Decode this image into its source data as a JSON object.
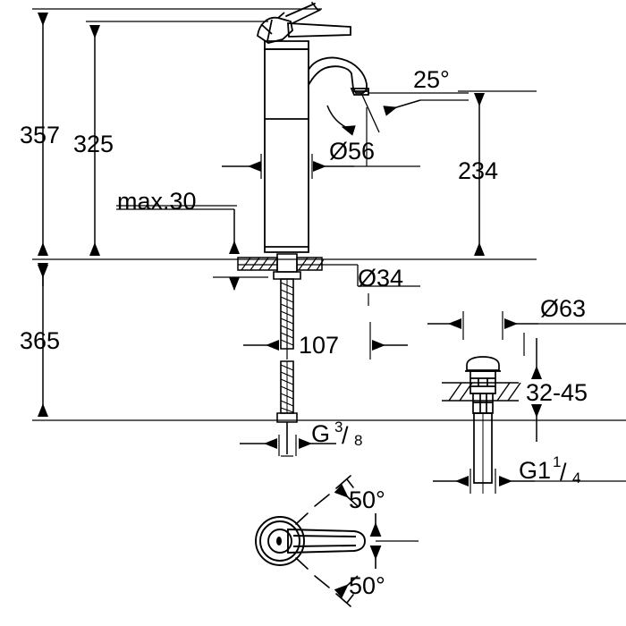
{
  "drawing": {
    "title": "Single-lever basin mixer technical dimension drawing",
    "units": "mm",
    "line_color": "#000000",
    "background_color": "#ffffff"
  },
  "views": {
    "main_elevation": {
      "name": "faucet-elevation-view",
      "dimensions": {
        "total_height": "357",
        "spout_top_height": "325",
        "max_deck_thickness": "max.30",
        "hose_length": "365",
        "spout_height": "234",
        "body_diameter": "Ø56",
        "shank_diameter": "Ø34",
        "spout_reach": "107",
        "spout_tilt_angle": "25°",
        "supply_thread": "G",
        "supply_thread_num": "3",
        "supply_thread_den": "8"
      }
    },
    "drain_assembly": {
      "name": "pop-up-drain-view",
      "dimensions": {
        "flange_diameter": "Ø63",
        "basin_thickness_range": "32-45",
        "drain_thread": "G1",
        "drain_thread_num": "1",
        "drain_thread_den": "4"
      }
    },
    "handle_top_view": {
      "name": "handle-top-view",
      "dimensions": {
        "swivel_left": "50°",
        "swivel_right": "50°"
      }
    }
  },
  "labels": {
    "d357": "357",
    "d325": "325",
    "dmax30": "max.30",
    "d365": "365",
    "d234": "234",
    "d56": "Ø56",
    "d34": "Ø34",
    "d107": "107",
    "a25": "25°",
    "g38_main": "G",
    "g38_num": "3",
    "g38_den": "8",
    "d63": "Ø63",
    "r3245": "32-45",
    "g114_main": "G1",
    "g114_num": "1",
    "g114_den": "4",
    "a50_top": "50°",
    "a50_bottom": "50°",
    "frac_slash": "/"
  }
}
